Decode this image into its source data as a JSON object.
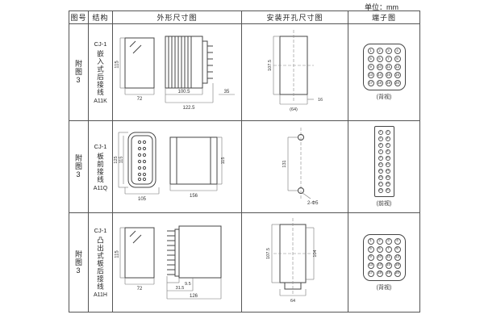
{
  "page": {
    "unit_label": "单位：mm"
  },
  "table": {
    "headers": [
      "图号",
      "结构",
      "外形尺寸图",
      "安装开孔尺寸图",
      "端子图"
    ],
    "rows": [
      {
        "fig_no": "附图3",
        "model": "CJ-1",
        "structure": "嵌入式后接线",
        "code": "A11K",
        "outline": {
          "h": "115",
          "w": "72",
          "d1": "100.5",
          "d2": "122.5",
          "d3": "35"
        },
        "mounting": {
          "h": "107.5",
          "w1": "16",
          "w2": "(64)"
        },
        "terminal": {
          "view": "(背视)",
          "cols": 4,
          "numbers": [
            1,
            2,
            3,
            4,
            5,
            6,
            7,
            8,
            9,
            10,
            11,
            12,
            13,
            14,
            15,
            16,
            17,
            18,
            19,
            20
          ]
        }
      },
      {
        "fig_no": "附图3",
        "model": "CJ-1",
        "structure": "板前接线",
        "code": "A11Q",
        "outline": {
          "h1": "125",
          "h2": "115",
          "w1": "105",
          "w2": "156",
          "h3": "115"
        },
        "mounting": {
          "h": "131",
          "holes": "2-Φ5"
        },
        "terminal": {
          "view": "(前视)",
          "cols": 2,
          "numbers": [
            1,
            2,
            3,
            4,
            5,
            6,
            7,
            8,
            9,
            10,
            11,
            12,
            13,
            14,
            15,
            16,
            17,
            18,
            19,
            20
          ]
        }
      },
      {
        "fig_no": "附图3",
        "model": "CJ-1",
        "structure": "凸出式板后接线",
        "code": "A11H",
        "outline": {
          "h": "115",
          "w": "72",
          "p": "9.5",
          "d1": "31.5",
          "d2": "126"
        },
        "mounting": {
          "h1": "107.5",
          "h2": "104",
          "w": "64"
        },
        "terminal": {
          "view": "(背视)",
          "cols": 4,
          "numbers": [
            1,
            2,
            3,
            4,
            5,
            6,
            7,
            8,
            9,
            10,
            11,
            12,
            13,
            14,
            15,
            16,
            17,
            18,
            19,
            20
          ]
        }
      }
    ]
  }
}
